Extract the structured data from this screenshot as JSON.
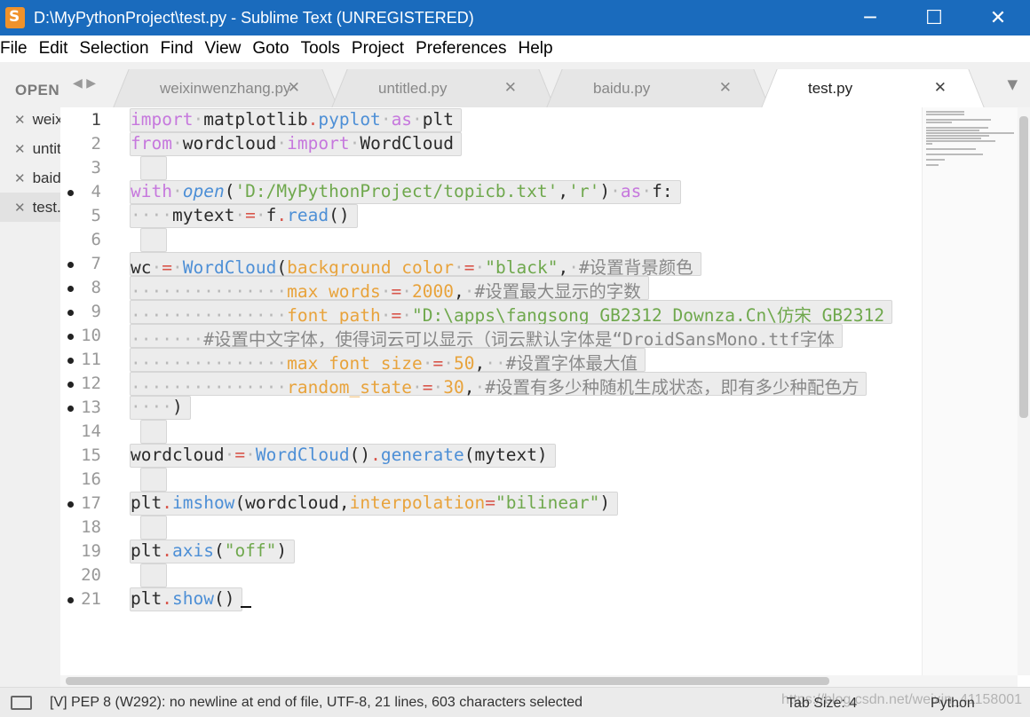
{
  "window": {
    "title": "D:\\MyPythonProject\\test.py - Sublime Text (UNREGISTERED)",
    "minimize_glyph": "─",
    "maximize_glyph": "☐",
    "close_glyph": "✕"
  },
  "menu": [
    "File",
    "Edit",
    "Selection",
    "Find",
    "View",
    "Goto",
    "Tools",
    "Project",
    "Preferences",
    "Help"
  ],
  "sidebar": {
    "label": "OPEN",
    "items": [
      "weixinwenzhang.py",
      "untitled.py",
      "baidu.py",
      "test.py"
    ]
  },
  "tabs": [
    {
      "label": "weixinwenzhang.py"
    },
    {
      "label": "untitled.py"
    },
    {
      "label": "baidu.py"
    },
    {
      "label": "test.py"
    }
  ],
  "tab_close_glyph": "✕",
  "gutter": {
    "line_numbers": [
      "1",
      "2",
      "3",
      "4",
      "5",
      "6",
      "7",
      "8",
      "9",
      "10",
      "11",
      "12",
      "13",
      "14",
      "15",
      "16",
      "17",
      "18",
      "19",
      "20",
      "21"
    ]
  },
  "code_lines": [
    "import matplotlib.pyplot as plt",
    "from wordcloud import WordCloud",
    "",
    "with open('D:/MyPythonProject/topicb.txt','r') as f:",
    "    mytext = f.read()",
    "",
    "wc = WordCloud(background_color = \"black\", #设置背景颜色",
    "               max_words = 2000, #设置最大显示的字数",
    "               font_path = \"D:\\apps\\fangsong_GB2312_Downza.Cn\\仿宋_GB2312",
    "       #设置中文字体，使得词云可以显示（词云默认字体是“DroidSansMono.ttf字体",
    "               max_font_size = 50,  #设置字体最大值",
    "               random_state = 30, #设置有多少种随机生成状态，即有多少种配色方",
    "    )",
    "",
    "wordcloud = WordCloud().generate(mytext)",
    "",
    "plt.imshow(wordcloud,interpolation=\"bilinear\")",
    "",
    "plt.axis(\"off\")",
    "",
    "plt.show()"
  ],
  "status": {
    "message": "[V] PEP 8 (W292): no newline at end of file, UTF-8, 21 lines, 603 characters selected",
    "tab_size": "Tab Size: 4",
    "syntax": "Python",
    "watermark": "https://blog.csdn.net/weixin_41158001"
  },
  "colors": {
    "titlebar": "#1a6bbd",
    "keyword": "#c678dd",
    "function": "#4d8fd6",
    "string": "#6fa84d",
    "number": "#e8a33c",
    "operator": "#d8564b"
  }
}
